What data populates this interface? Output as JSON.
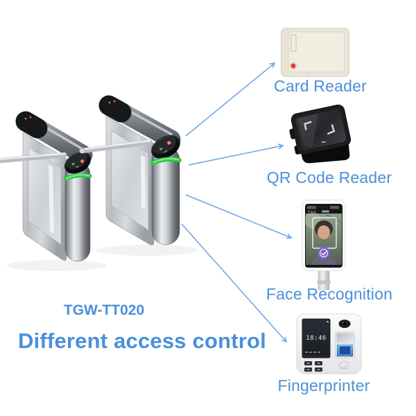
{
  "page": {
    "background_color": "#ffffff",
    "accent_color": "#4a90d9",
    "arrow_color": "#6ba3e6",
    "led_color": "#2ec947"
  },
  "product": {
    "model": "TGW-TT020",
    "heading": "Different access control"
  },
  "devices": [
    {
      "id": "card-reader",
      "label": "Card Reader"
    },
    {
      "id": "qr-code-reader",
      "label": "QR Code Reader"
    },
    {
      "id": "face-recognition",
      "label": "Face Recognition"
    },
    {
      "id": "fingerprinter",
      "label": "Fingerprinter",
      "screen_time": "18:46"
    }
  ],
  "icons": {
    "entry-allowed-icon": "small green arrow on gate indicator cap",
    "no-entry-icon": "small red cross on gate indicator cap",
    "led-ring": "green LED ring on gate pillar",
    "card-reader-led": "red status dot",
    "qr-scan-frame": "white corner brackets on scanner screen",
    "face-check-badge": "purple circle with white checkmark",
    "camera-lens-icon": "black oval camera lens",
    "fingerprint-sensor": "blue backlit fingerprint scanner"
  }
}
